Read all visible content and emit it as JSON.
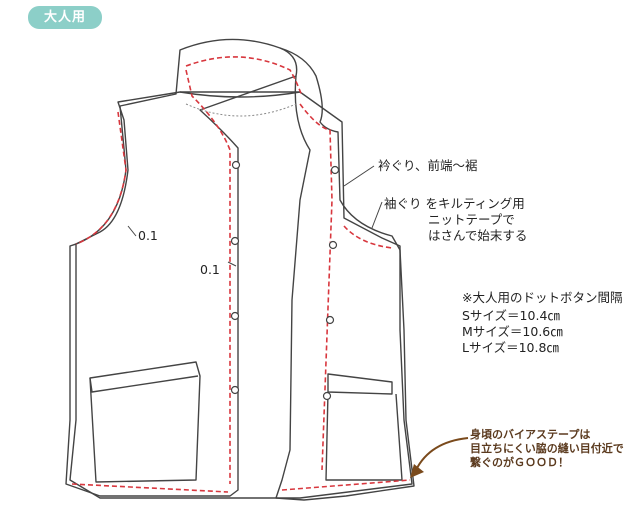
{
  "badge": {
    "label": "大人用",
    "color": "#8ccfc8"
  },
  "colors": {
    "outline": "#444444",
    "stitch": "#d8373e",
    "note_text": "#5b3a1e",
    "arrow": "#7a4a1c"
  },
  "annotations": {
    "armhole_offset_left": "0.1",
    "front_edge_offset": "0.1",
    "collar_front_hem": "衿ぐり、前端〜裾",
    "sleeve_line1": "袖ぐり をキルティング用",
    "sleeve_line2": "ニットテープで",
    "sleeve_line3": "はさんで始末する"
  },
  "button_spacing": {
    "title": "※大人用のドットボタン間隔",
    "s": "Sサイズ＝10.4㎝",
    "m": "Mサイズ＝10.6㎝",
    "l": "Lサイズ＝10.8㎝"
  },
  "tip": {
    "line1": "身頃のバイアステープは",
    "line2": "目立ちにくい脇の縫い目付近で",
    "line3": "繋ぐのがＧＯＯＤ！"
  }
}
